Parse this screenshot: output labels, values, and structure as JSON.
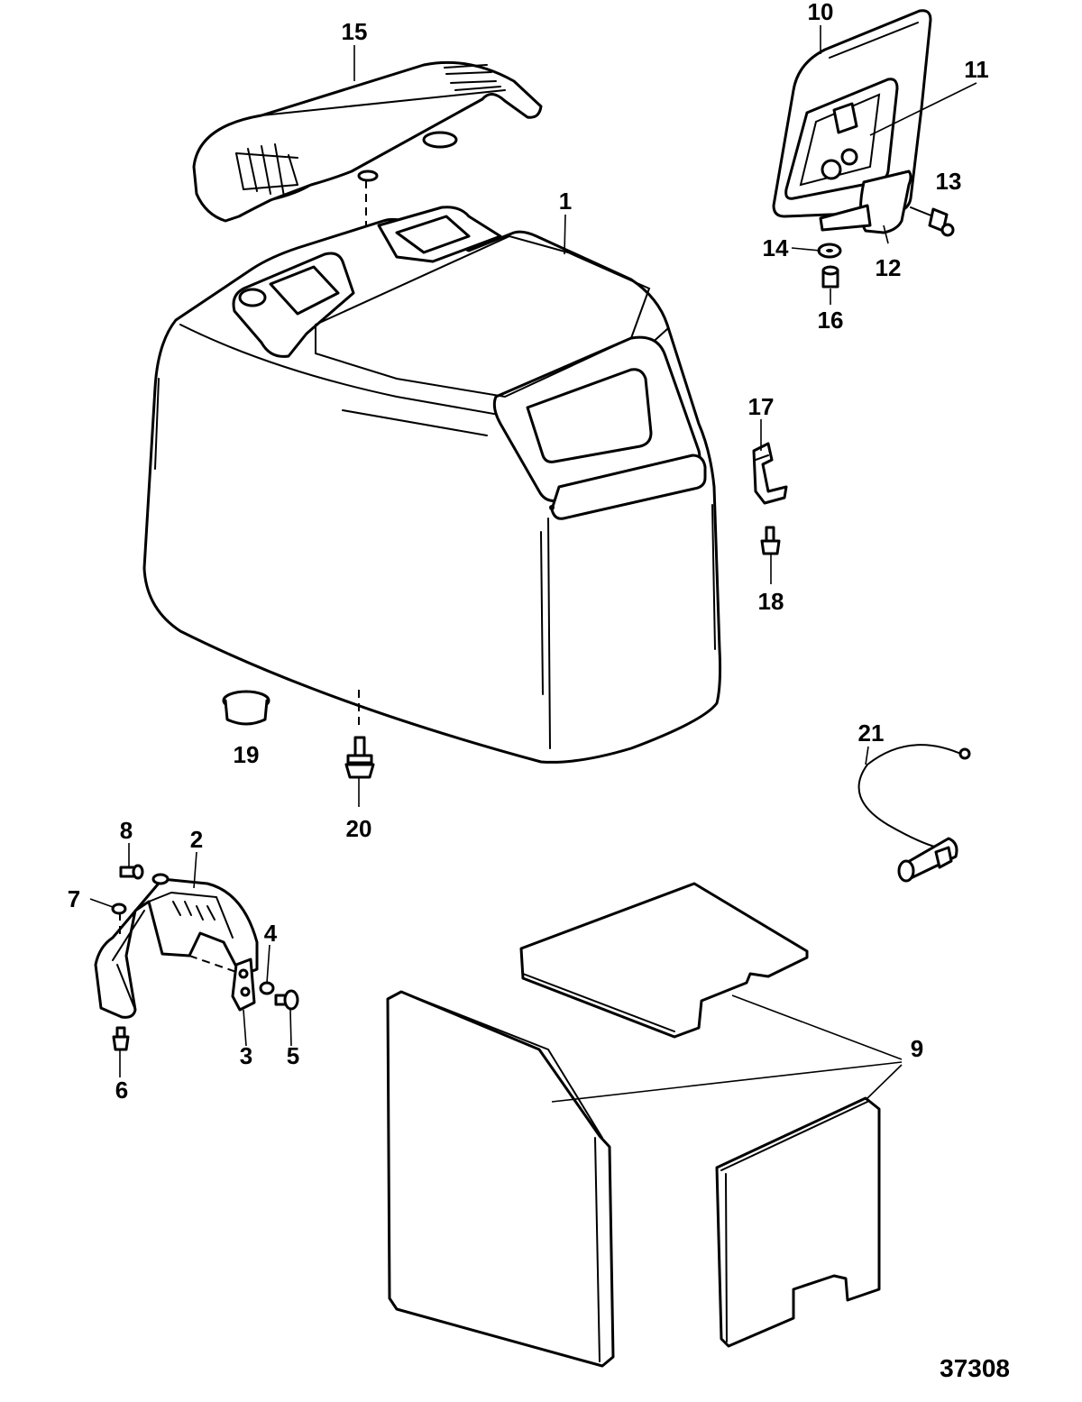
{
  "diagram": {
    "reference_number": "37308",
    "callouts": {
      "c1": "1",
      "c2": "2",
      "c3": "3",
      "c4": "4",
      "c5": "5",
      "c6": "6",
      "c7": "7",
      "c8": "8",
      "c9": "9",
      "c10": "10",
      "c11": "11",
      "c12": "12",
      "c13": "13",
      "c14": "14",
      "c15": "15",
      "c16": "16",
      "c17": "17",
      "c18": "18",
      "c19": "19",
      "c20": "20",
      "c21": "21"
    }
  }
}
